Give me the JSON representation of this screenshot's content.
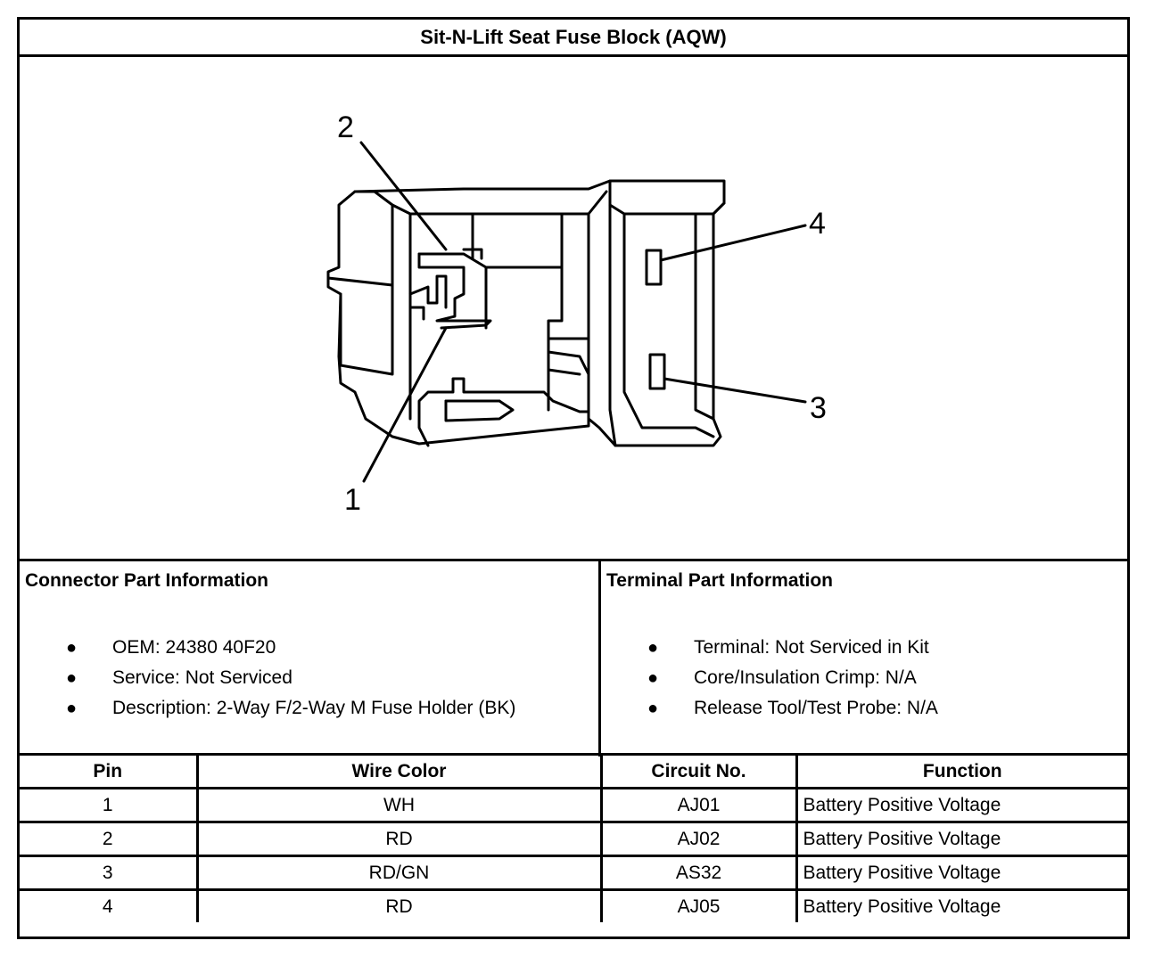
{
  "title": "Sit-N-Lift Seat Fuse Block (AQW)",
  "diagram": {
    "callouts": [
      "1",
      "2",
      "3",
      "4"
    ]
  },
  "connector_info": {
    "heading": "Connector Part Information",
    "items": [
      "OEM: 24380 40F20",
      "Service: Not Serviced",
      "Description: 2-Way F/2-Way M Fuse Holder (BK)"
    ]
  },
  "terminal_info": {
    "heading": "Terminal Part Information",
    "items": [
      "Terminal: Not Serviced in Kit",
      "Core/Insulation Crimp: N/A",
      "Release Tool/Test Probe: N/A"
    ]
  },
  "pin_table": {
    "headers": [
      "Pin",
      "Wire Color",
      "Circuit No.",
      "Function"
    ],
    "rows": [
      [
        "1",
        "WH",
        "AJ01",
        "Battery Positive Voltage"
      ],
      [
        "2",
        "RD",
        "AJ02",
        "Battery Positive Voltage"
      ],
      [
        "3",
        "RD/GN",
        "AS32",
        "Battery Positive Voltage"
      ],
      [
        "4",
        "RD",
        "AJ05",
        "Battery Positive Voltage"
      ]
    ]
  }
}
